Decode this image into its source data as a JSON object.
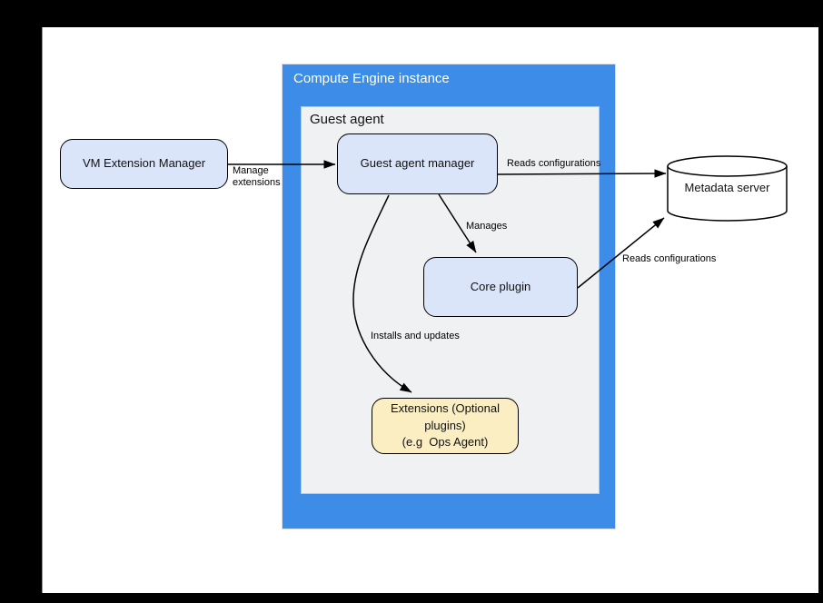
{
  "diagram": {
    "containers": {
      "compute_engine": {
        "title": "Compute Engine instance"
      },
      "guest_agent": {
        "title": "Guest agent"
      }
    },
    "nodes": {
      "vm_extension_manager": {
        "label": "VM Extension Manager"
      },
      "guest_agent_manager": {
        "label": "Guest agent manager"
      },
      "core_plugin": {
        "label": "Core plugin"
      },
      "extensions": {
        "line1": "Extensions (Optional plugins)",
        "line2": "(e.g  Ops Agent)"
      },
      "metadata_server": {
        "label": "Metadata server"
      }
    },
    "edges": {
      "manage_extensions": {
        "line1": "Manage",
        "line2": "extensions"
      },
      "reads_configurations_top": {
        "label": "Reads configurations"
      },
      "manages": {
        "label": "Manages"
      },
      "installs_and_updates": {
        "label": "Installs and updates"
      },
      "reads_configurations_diagonal": {
        "label": "Reads configurations"
      }
    },
    "colors": {
      "container_blue": "#3D8DE8",
      "panel_gray": "#F0F1F3",
      "node_blue_fill": "#DBE5F9",
      "extensions_yellow_fill": "#FBEEC3",
      "stroke_black": "#000000",
      "canvas_white": "#FFFFFF",
      "page_background": "#000000"
    }
  }
}
